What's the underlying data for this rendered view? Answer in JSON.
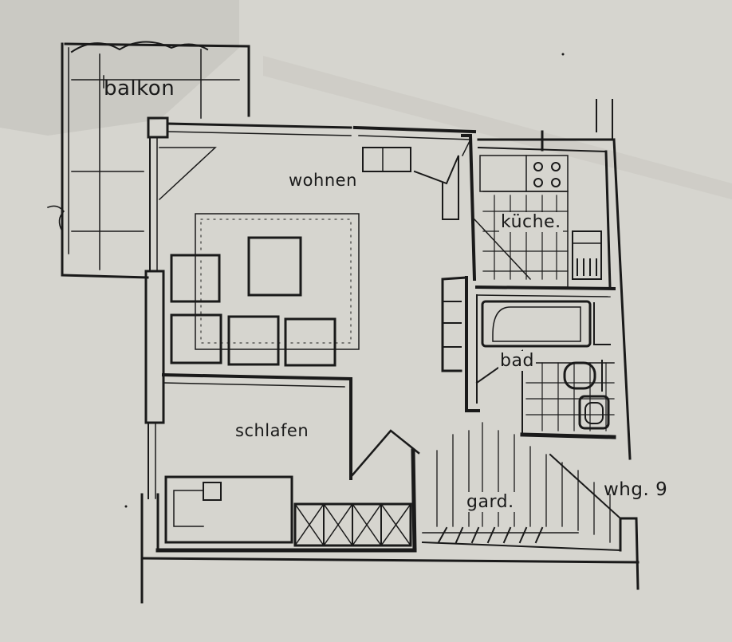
{
  "plan": {
    "rooms": {
      "balkon": "balkon",
      "wohnen": "wohnen",
      "kuche": "küche.",
      "bad": "bad",
      "schlafen": "schlafen",
      "gard": "gard.",
      "whg": "whg. 9"
    },
    "colors": {
      "paper": "#d6d5cf",
      "ink": "#1a1a1a",
      "shadow": "#b9b8b2"
    }
  }
}
